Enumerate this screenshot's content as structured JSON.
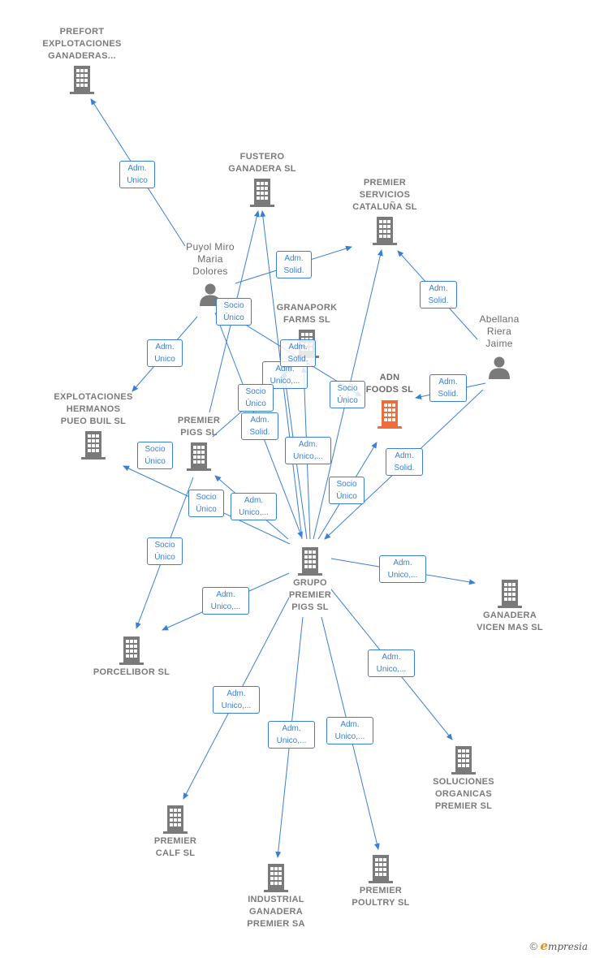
{
  "colors": {
    "edge": "#3a7fd5",
    "company_icon": "#7a7a7a",
    "highlight_icon": "#f26b3a",
    "person_icon": "#7a7a7a",
    "label_text": "#7a7a7a"
  },
  "nodes": {
    "prefort": {
      "kind": "company",
      "label": [
        "PREFORT",
        "EXPLOTACIONES",
        "GANADERAS..."
      ]
    },
    "fustero": {
      "kind": "company",
      "label": [
        "FUSTERO",
        "GANADERA SL"
      ]
    },
    "premier_servicios": {
      "kind": "company",
      "label": [
        "PREMIER",
        "SERVICIOS",
        "CATALUÑA  SL"
      ]
    },
    "puyol": {
      "kind": "person",
      "label": [
        "Puyol Miro",
        "Maria",
        "Dolores"
      ]
    },
    "granapork": {
      "kind": "company",
      "label": [
        "GRANAPORK",
        "FARMS  SL"
      ]
    },
    "abellana": {
      "kind": "person",
      "label": [
        "Abellana",
        "Riera",
        "Jaime"
      ]
    },
    "adn": {
      "kind": "company_highlight",
      "label": [
        "ADN",
        "FOODS  SL"
      ]
    },
    "explotaciones": {
      "kind": "company",
      "label": [
        "EXPLOTACIONES",
        "HERMANOS",
        "PUEO BUIL  SL"
      ]
    },
    "premier_pigs": {
      "kind": "company",
      "label": [
        "PREMIER",
        "PIGS SL"
      ]
    },
    "grupo": {
      "kind": "company",
      "label": [
        "GRUPO",
        "PREMIER",
        "PIGS SL"
      ]
    },
    "ganadera_vicen": {
      "kind": "company",
      "label": [
        "GANADERA",
        "VICEN MAS  SL"
      ]
    },
    "porcelibor": {
      "kind": "company",
      "label": [
        "PORCELIBOR SL"
      ]
    },
    "soluciones": {
      "kind": "company",
      "label": [
        "SOLUCIONES",
        "ORGANICAS",
        "PREMIER  SL"
      ]
    },
    "premier_calf": {
      "kind": "company",
      "label": [
        "PREMIER",
        "CALF  SL"
      ]
    },
    "industrial": {
      "kind": "company",
      "label": [
        "INDUSTRIAL",
        "GANADERA",
        "PREMIER SA"
      ]
    },
    "premier_poultry": {
      "kind": "company",
      "label": [
        "PREMIER",
        "POULTRY  SL"
      ]
    }
  },
  "edge_labels": {
    "puyol_prefort": [
      "Adm.",
      "Unico"
    ],
    "puyol_premier_servicios": [
      "Adm.",
      "Solid."
    ],
    "puyol_explotaciones": [
      "Adm.",
      "Unico"
    ],
    "puyol_socio_unico": [
      "Socio",
      "Único"
    ],
    "granapork_adm_solid": [
      "Adm.",
      "Solid."
    ],
    "grupo_fustero_adm": [
      "Adm.",
      "Unico,..."
    ],
    "adn_socio_unico": [
      "Socio",
      "Único"
    ],
    "abellana_premier_servicios": [
      "Adm.",
      "Solid."
    ],
    "abellana_adn": [
      "Adm.",
      "Solid."
    ],
    "abellana_grupo": [
      "Adm.",
      "Solid."
    ],
    "premier_pigs_socio_unico": [
      "Socio",
      "Único"
    ],
    "premier_pigs_adm_solid": [
      "Adm.",
      "Solid."
    ],
    "grupo_granapork": [
      "Adm.",
      "Unico,..."
    ],
    "grupo_explotaciones": [
      "Socio",
      "Único"
    ],
    "explotaciones_socio": [
      "Socio",
      "Único"
    ],
    "grupo_premier_pigs": [
      "Adm.",
      "Unico,..."
    ],
    "grupo_adn": [
      "Socio",
      "Único"
    ],
    "premier_pigs_porcelibor": [
      "Socio",
      "Único"
    ],
    "grupo_porcelibor": [
      "Adm.",
      "Unico,..."
    ],
    "grupo_ganadera_vicen": [
      "Adm.",
      "Unico,..."
    ],
    "grupo_soluciones": [
      "Adm.",
      "Unico,..."
    ],
    "grupo_premier_calf": [
      "Adm.",
      "Unico,..."
    ],
    "grupo_industrial": [
      "Adm.",
      "Unico,..."
    ],
    "grupo_premier_poultry": [
      "Adm.",
      "Unico,..."
    ]
  },
  "footer": {
    "copyright": "©",
    "brand_initial": "e",
    "brand_rest": "mpresia"
  }
}
